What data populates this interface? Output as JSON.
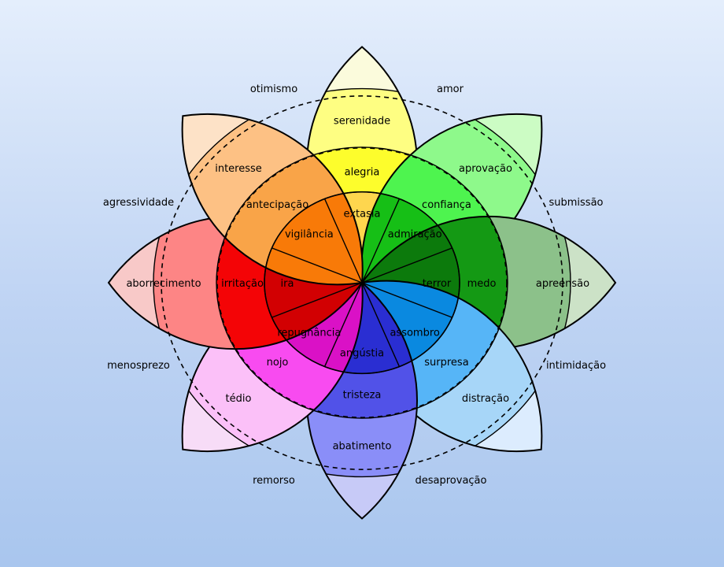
{
  "petals": [
    {
      "id": "joy",
      "colors": [
        "#fbfbdc",
        "#fefe82",
        "#fdfd2c",
        "#fed64e"
      ],
      "labels": [
        "",
        "serenidade",
        "alegria",
        "extasia"
      ]
    },
    {
      "id": "trust",
      "colors": [
        "#ccfcc4",
        "#8ef98b",
        "#4ef44f",
        "#16bf16"
      ],
      "labels": [
        "",
        "aprovação",
        "confiança",
        "admiração"
      ]
    },
    {
      "id": "fear",
      "colors": [
        "#cce2c7",
        "#8cc18a",
        "#149914",
        "#0c7a0c"
      ],
      "labels": [
        "",
        "apreensão",
        "medo",
        "terror"
      ]
    },
    {
      "id": "surprise",
      "colors": [
        "#dcecfe",
        "#a7d6f8",
        "#56b5f7",
        "#0a89e0"
      ],
      "labels": [
        "",
        "distração",
        "surpresa",
        "assombro"
      ]
    },
    {
      "id": "sadness",
      "colors": [
        "#c7caf7",
        "#8a8ef8",
        "#5152e8",
        "#2a2ed2"
      ],
      "labels": [
        "",
        "abatimento",
        "tristeza",
        "angústia"
      ]
    },
    {
      "id": "disgust",
      "colors": [
        "#f7dcf7",
        "#fbc0f8",
        "#f84bf0",
        "#da11c6"
      ],
      "labels": [
        "",
        "tédio",
        "nojo",
        "repugnância"
      ]
    },
    {
      "id": "anger",
      "colors": [
        "#f8c9c8",
        "#fd8585",
        "#f40406",
        "#d20002"
      ],
      "labels": [
        "aborrecimento",
        "",
        "irritação",
        "ira"
      ]
    },
    {
      "id": "anticipation",
      "colors": [
        "#fde2c7",
        "#fdc184",
        "#f9a448",
        "#f87a08"
      ],
      "labels": [
        "",
        "interesse",
        "antecipação",
        "vigilância"
      ]
    }
  ],
  "dyads": [
    "amor",
    "submissão",
    "intimidação",
    "desaprovação",
    "remorso",
    "menosprezo",
    "agressividade",
    "otimismo"
  ]
}
